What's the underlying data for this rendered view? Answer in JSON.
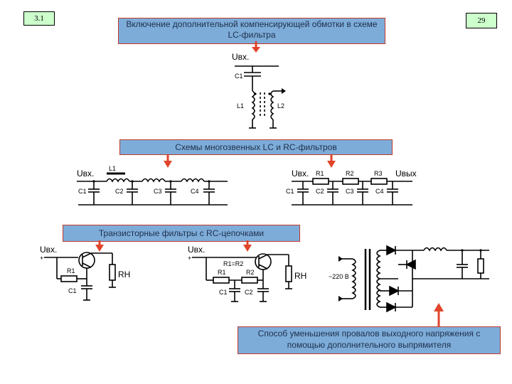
{
  "slide": {
    "section_number": "3.1",
    "page_number": "29"
  },
  "callouts": {
    "top": "Включение дополнительной компенсирующей обмотки в схеме LC-фильтра",
    "middle": "Схемы многозвенных LC и RC-фильтров",
    "transistor": "Транзисторные фильтры с RC-цепочками",
    "bottom": "Способ уменьшения провалов выходного напряжения с помощью дополнительного выпрямителя"
  },
  "labels": {
    "u_in": "Uвх.",
    "u_out": "Uвых",
    "c1": "C1",
    "c2": "C2",
    "c3": "C3",
    "c4": "C4",
    "l1": "L1",
    "l2": "L2",
    "r1": "R1",
    "r2": "R2",
    "r3": "R3",
    "rn": "RH",
    "r1_eq_r2": "R1=R2",
    "plus": "+",
    "mains": "~220 B"
  },
  "colors": {
    "callout_fill": "#7dacd9",
    "callout_border": "#c0392b",
    "arrow": "#e0452a",
    "badge_fill": "#ccffcc"
  }
}
